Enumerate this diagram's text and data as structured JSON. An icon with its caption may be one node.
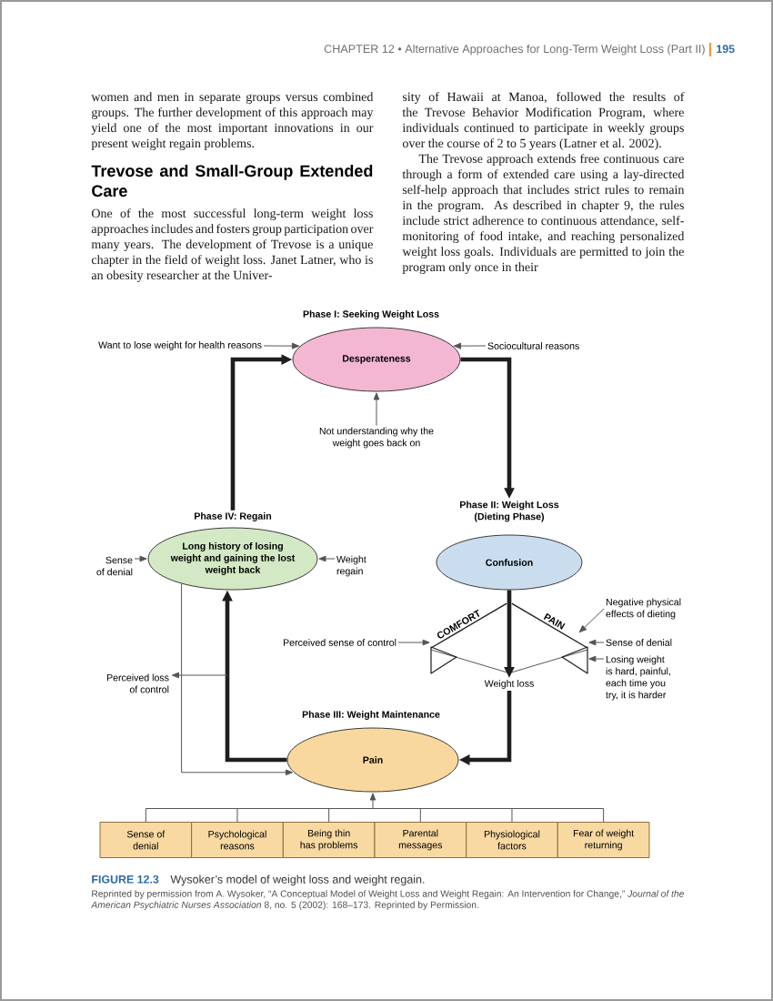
{
  "diagram": {
    "caption": "Wysoker’s model of weight loss and weight regain.",
    "nodes": [
      {
        "text": [
          "Phase I: Seeking Weight Loss",
          "Desperateness"
        ]
      },
      {
        "text": [
          "Want to lose weight for health reasons"
        ]
      },
      {
        "text": [
          "Sociocultural reasons"
        ]
      },
      {
        "text": [
          "Not understanding why the weight goes back on"
        ]
      },
      {
        "text": [
          "Phase IV: Regain",
          "Long history of losing weight and gaining the lost weight back"
        ]
      },
      {
        "text": [
          "Sense of denial"
        ]
      },
      {
        "text": [
          "Weight regain"
        ]
      },
      {
        "text": [
          "Phase II: Weight Loss (Dieting Phase)",
          "Confusion"
        ]
      },
      {
        "text": [
          "Negative physical effects of dieting"
        ]
      },
      {
        "text": [
          "COMFORT"
        ]
      },
      {
        "text": [
          "PAIN"
        ]
      },
      {
        "text": [
          "Perceived sense of control"
        ]
      },
      {
        "text": [
          "Sense of denial"
        ]
      },
      {
        "text": [
          "Losing weight is hard, painful, each time you try, it is harder"
        ]
      },
      {
        "text": [
          "Weight loss"
        ]
      },
      {
        "text": [
          "Perceived loss of control"
        ]
      },
      {
        "text": [
          "Phase III: Weight Maintenance",
          "Pain"
        ]
      },
      {
        "text": [
          "Sense of denial"
        ]
      },
      {
        "text": [
          "Psychological reasons"
        ]
      },
      {
        "text": [
          "Being thin has problems"
        ]
      },
      {
        "text": [
          "Parental messages"
        ]
      },
      {
        "text": [
          "Physiological factors"
        ]
      },
      {
        "text": [
          "Fear of weight returning"
        ]
      }
    ],
    "edges": [
      {
        "from": 1,
        "to": 0,
        "arrow": "to"
      },
      {
        "from": 2,
        "to": 0,
        "arrow": "to"
      },
      {
        "from": 3,
        "to": 0,
        "arrow": "to"
      },
      {
        "from": 0,
        "to": 7,
        "arrow": "to",
        "style": "thick"
      },
      {
        "from": 4,
        "to": 0,
        "arrow": "to",
        "style": "thick"
      },
      {
        "from": 5,
        "to": 4,
        "arrow": "to"
      },
      {
        "from": 6,
        "to": 4,
        "arrow": "to"
      },
      {
        "from": 11,
        "to": 9,
        "arrow": "to"
      },
      {
        "from": 8,
        "to": 10,
        "arrow": "to"
      },
      {
        "from": 12,
        "to": 10,
        "arrow": "to"
      },
      {
        "from": 13,
        "to": 10,
        "arrow": "to"
      },
      {
        "from": 7,
        "to": 14,
        "arrow": "to",
        "style": "thick"
      },
      {
        "from": 14,
        "to": 16,
        "arrow": "to",
        "style": "thick"
      },
      {
        "from": 16,
        "to": 4,
        "arrow": "to",
        "style": "thick"
      },
      {
        "from": 4,
        "to": 16,
        "arrow": "to"
      },
      {
        "from": null,
        "to": 15,
        "arrow": "to"
      },
      {
        "from": 17,
        "to": 16,
        "arrow": "to"
      },
      {
        "from": 18,
        "to": 16,
        "arrow": "to"
      },
      {
        "from": 19,
        "to": 16,
        "arrow": "to"
      },
      {
        "from": 20,
        "to": 16,
        "arrow": "to"
      },
      {
        "from": 21,
        "to": 16,
        "arrow": "to"
      },
      {
        "from": 22,
        "to": 16,
        "arrow": "to"
      }
    ],
    "labels": [
      "CHAPTER 12 • Alternative Approaches for Long-Term Weight Loss (Part II)",
      "195",
      "women and men in separate groups versus combined groups. The further development of this approach may yield one of the most important innovations in our present weight regain problems.",
      "Trevose and Small-Group Extended Care",
      "One of the most successful long-term weight loss approaches includes and fosters group participation over many years. The development of Trevose is a unique chapter in the field of weight loss. Janet Latner, who is an obesity researcher at the Univer-",
      "sity of Hawaii at Manoa, followed the results of the Trevose Behavior Modification Program, where individuals continued to participate in weekly groups over the course of 2 to 5 years (Latner et al. 2002).",
      "The Trevose approach extends free continuous care through a form of extended care using a lay-directed self-help approach that includes strict rules to remain in the program. As described in chapter 9, the rules include strict adherence to continuous attendance, self-monitoring of food intake, and reaching personalized weight loss goals. Individuals are permitted to join the program only once in their",
      "FIGURE 12.3",
      "Reprinted by permission from A. Wysoker, “A Conceptual Model of Weight Loss and Weight Regain: An Intervention for Change,” *Journal of the American Psychiatric Nurses Association* 8, no. 5 (2002): 168–173. Reprinted by Permission."
    ]
  }
}
